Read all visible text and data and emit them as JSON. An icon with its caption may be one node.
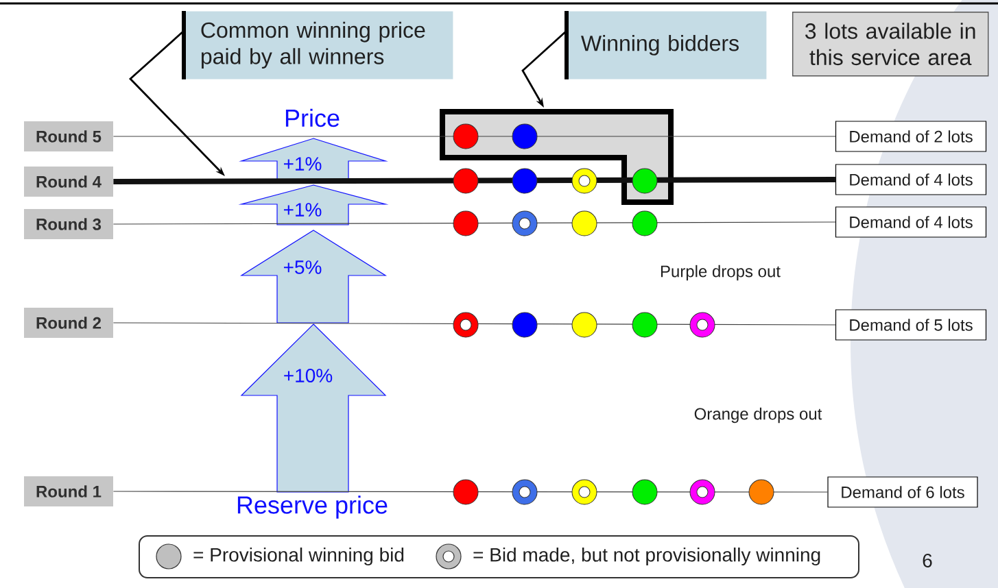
{
  "diagram": {
    "nodes": [
      {
        "text": [
          "Round 5"
        ]
      },
      {
        "text": [
          "Round 4"
        ]
      },
      {
        "text": [
          "Round 3"
        ]
      },
      {
        "text": [
          "Round 2"
        ]
      },
      {
        "text": [
          "Round 1"
        ]
      },
      {
        "text": [
          "Demand of 2 lots"
        ]
      },
      {
        "text": [
          "Demand of 4 lots"
        ]
      },
      {
        "text": [
          "Demand of 4 lots"
        ]
      },
      {
        "text": [
          "Demand of 5 lots"
        ]
      },
      {
        "text": [
          "Demand of 6 lots"
        ]
      },
      {
        "text": [
          "Common winning price paid by all winners"
        ]
      },
      {
        "text": [
          "Winning bidders"
        ]
      },
      {
        "text": [
          "3 lots available in this service area"
        ]
      },
      {
        "text": [
          "+1%"
        ]
      },
      {
        "text": [
          "+1%"
        ]
      },
      {
        "text": [
          "+5%"
        ]
      },
      {
        "text": [
          "+10%"
        ]
      }
    ],
    "edges": [
      {
        "from": 0,
        "to": 5,
        "arrow": "none"
      },
      {
        "from": 1,
        "to": 6,
        "arrow": "none",
        "style": "thick"
      },
      {
        "from": 2,
        "to": 7,
        "arrow": "none"
      },
      {
        "from": 3,
        "to": 8,
        "arrow": "none"
      },
      {
        "from": 4,
        "to": 9,
        "arrow": "none"
      },
      {
        "from": 10,
        "to": null,
        "arrow": "to"
      },
      {
        "from": 11,
        "to": null,
        "arrow": "to"
      }
    ],
    "labels": [
      "Price",
      "Reserve price",
      "Purple drops out",
      "Orange drops out",
      "6"
    ],
    "legend": [
      {
        "text": "= Provisional winning bid"
      },
      {
        "text": "= Bid made, but not provisionally winning"
      }
    ]
  }
}
